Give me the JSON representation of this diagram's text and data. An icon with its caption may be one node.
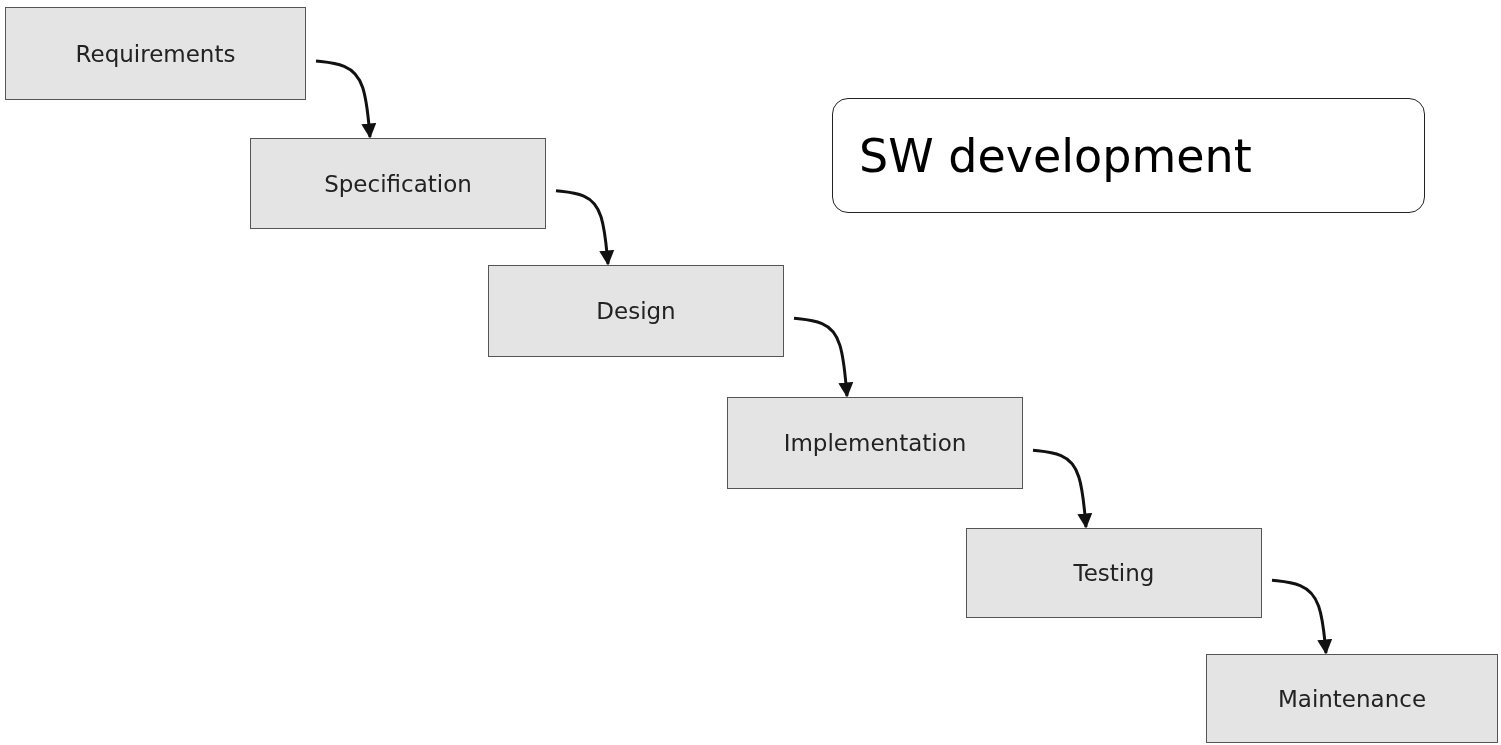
{
  "diagram": {
    "nodes": [
      {
        "text": [
          "Requirements"
        ]
      },
      {
        "text": [
          "Specification"
        ]
      },
      {
        "text": [
          "Design"
        ]
      },
      {
        "text": [
          "Implementation"
        ]
      },
      {
        "text": [
          "Testing"
        ]
      },
      {
        "text": [
          "Maintenance"
        ]
      },
      {
        "text": [
          "SW development"
        ]
      }
    ],
    "edges": [
      {
        "from": 0,
        "to": 1,
        "arrow": "to"
      },
      {
        "from": 1,
        "to": 2,
        "arrow": "to"
      },
      {
        "from": 2,
        "to": 3,
        "arrow": "to"
      },
      {
        "from": 3,
        "to": 4,
        "arrow": "to"
      },
      {
        "from": 4,
        "to": 5,
        "arrow": "to"
      }
    ]
  }
}
